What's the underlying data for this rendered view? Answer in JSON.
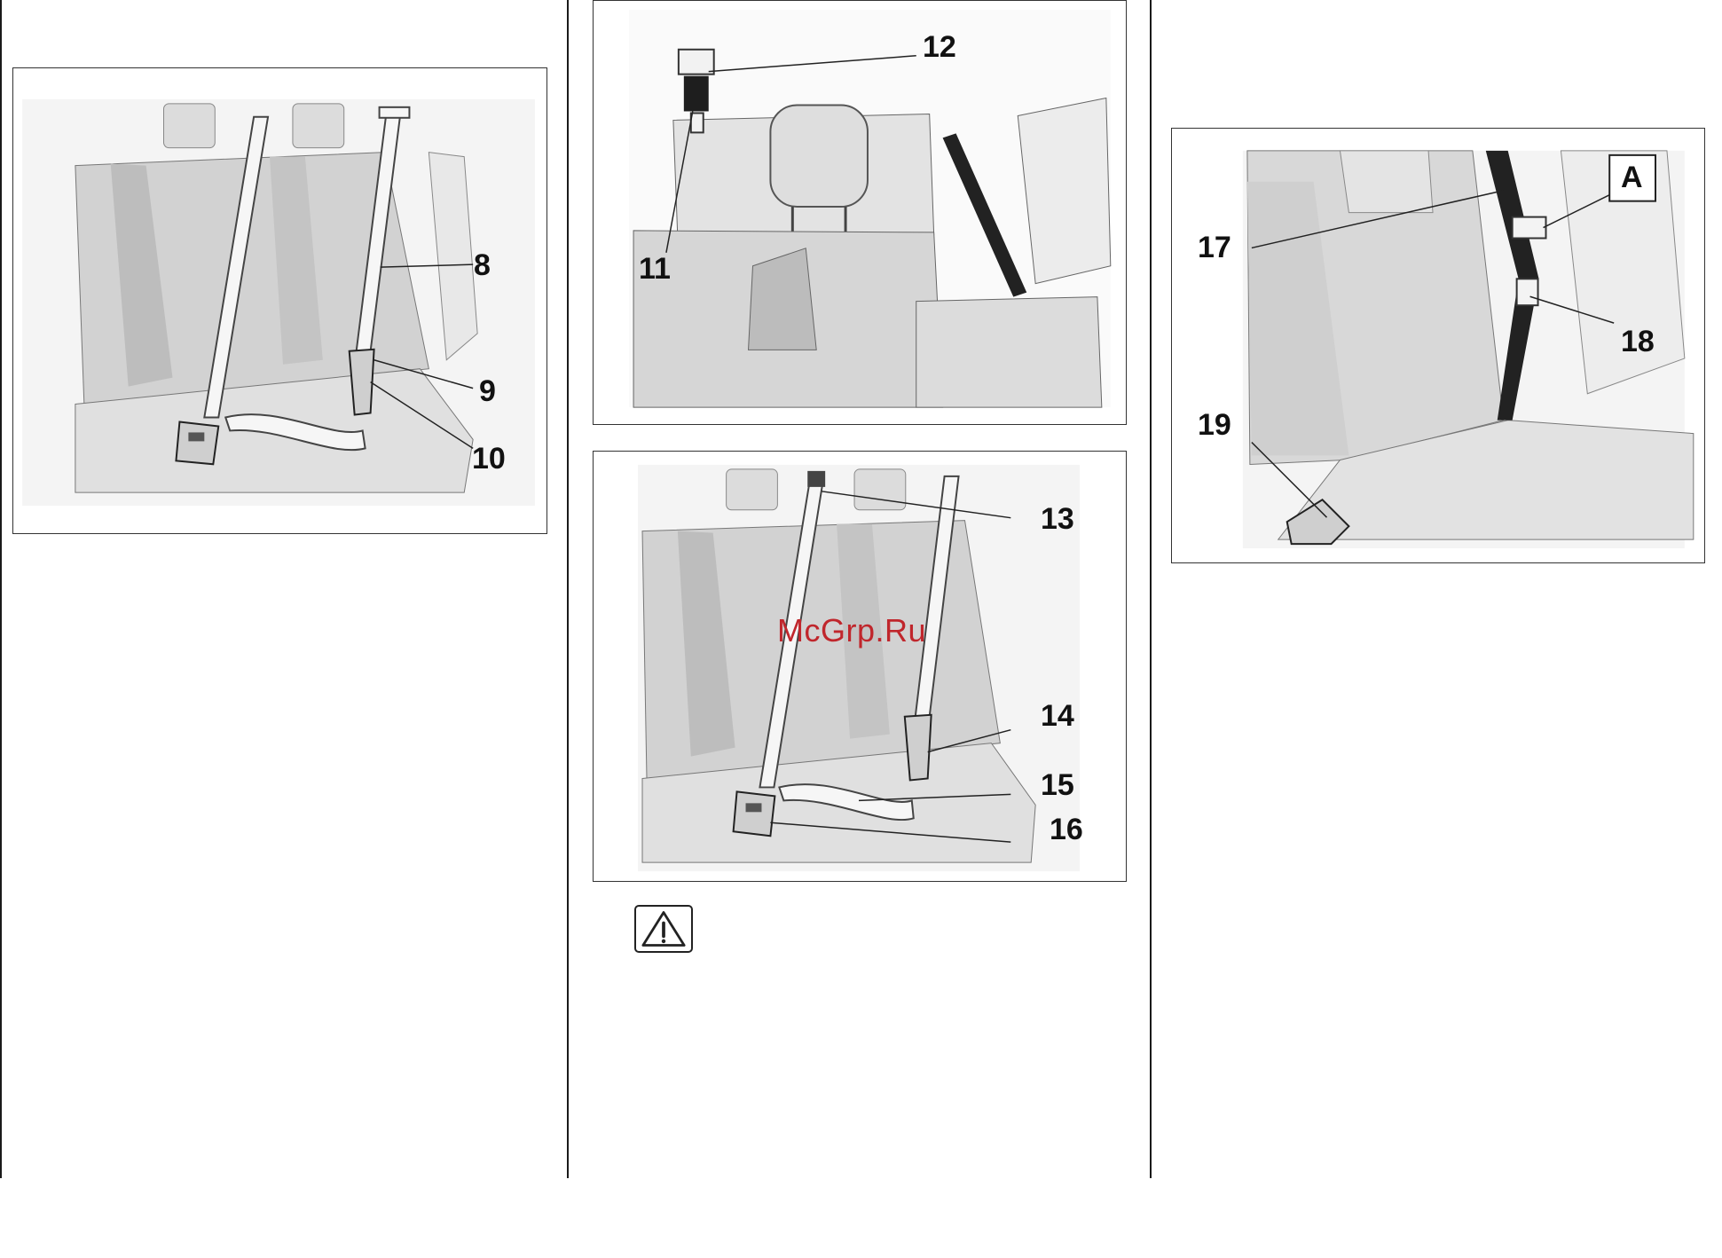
{
  "figures": [
    {
      "callouts": [
        "8",
        "9",
        "10"
      ]
    },
    {
      "callouts": [
        "11",
        "12"
      ]
    },
    {
      "callouts": [
        "13",
        "14",
        "15",
        "16"
      ]
    },
    {
      "callouts": [
        "A",
        "17",
        "18",
        "19"
      ]
    }
  ],
  "watermark": "McGrp.Ru",
  "icons": {
    "warning": "warning-triangle-icon"
  }
}
